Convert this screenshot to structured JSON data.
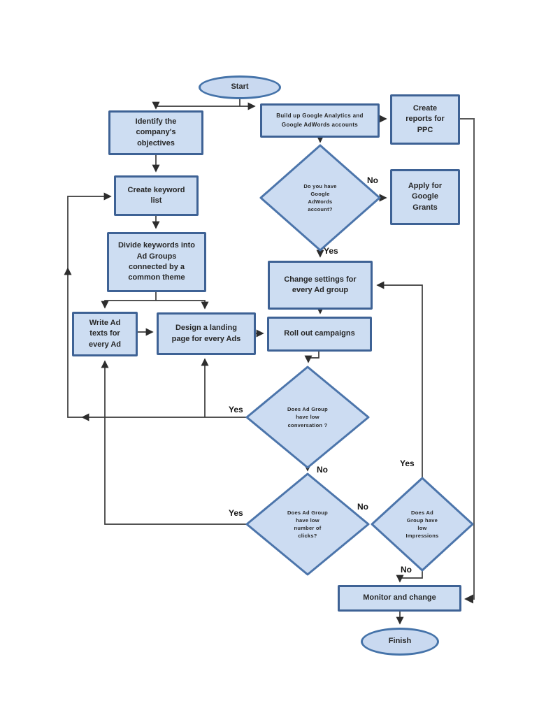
{
  "flowchart": {
    "nodes": {
      "start": "Start",
      "identify": "Identify the\ncompany's\nobjectives",
      "build_accounts": "Build up Google Analytics and\nGoogle AdWords accounts",
      "create_reports": "Create\nreports for\nPPC",
      "adwords_question": "Do you have\nGoogle\nAdWords\naccount?",
      "apply_grants": "Apply for\nGoogle\nGrants",
      "create_keywords": "Create keyword\nlist",
      "divide_keywords": "Divide keywords into\nAd Groups\nconnected by a\ncommon theme",
      "write_ads": "Write Ad\ntexts for\nevery Ad",
      "design_landing": "Design a landing\npage for every Ads",
      "change_settings": "Change settings for\nevery Ad group",
      "roll_out": "Roll out campaigns",
      "conversation_question": "Does Ad Group\nhave low\nconversation ?",
      "clicks_question": "Does Ad Group\nhave low\nnumber of\nclicks?",
      "impressions_question": "Does Ad\nGroup have\nlow\nImpressions",
      "monitor": "Monitor and change",
      "finish": "Finish"
    },
    "edge_labels": {
      "adwords_no": "No",
      "adwords_yes": "Yes",
      "conversation_yes": "Yes",
      "conversation_no": "No",
      "clicks_yes": "Yes",
      "clicks_no": "No",
      "impressions_yes": "Yes",
      "impressions_no": "No"
    },
    "colors": {
      "node_fill": "#cdddf2",
      "box_border": "#3e6295",
      "diamond_border": "#4c75ab",
      "terminator_border": "#4573a9",
      "connector": "#3a3a3a",
      "connector_gray": "#595959",
      "text": "#262626"
    }
  }
}
